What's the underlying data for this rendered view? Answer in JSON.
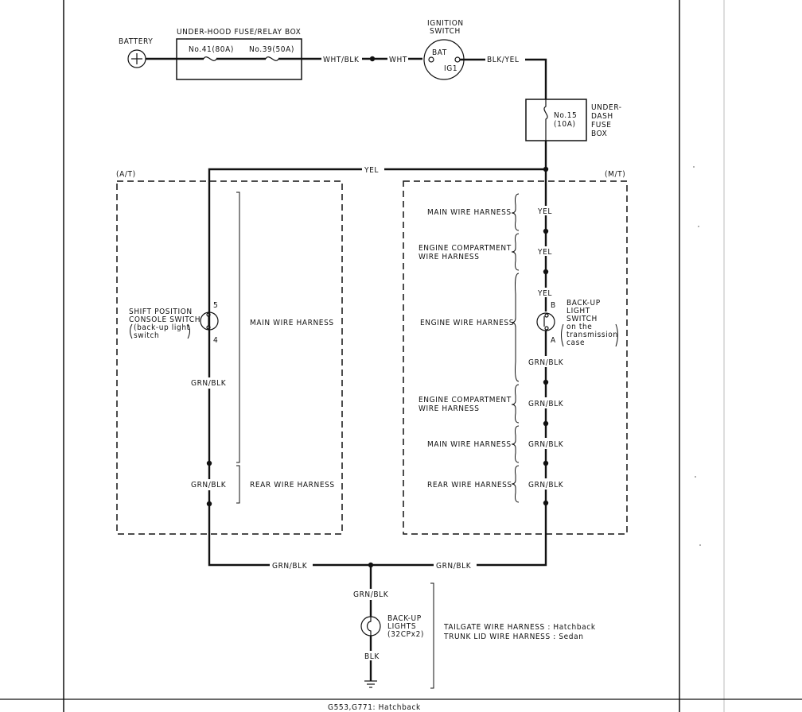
{
  "battery": {
    "label": "BATTERY"
  },
  "underhood_box": {
    "title": "UNDER-HOOD FUSE/RELAY BOX",
    "fuse1": "No.41(80A)",
    "fuse2": "No.39(50A)"
  },
  "ignition": {
    "title1": "IGNITION",
    "title2": "SWITCH",
    "bat": "BAT",
    "ig1": "IG1"
  },
  "underdash": {
    "fuse1": "No.15",
    "fuse2": "(10A)",
    "label1": "UNDER-",
    "label2": "DASH",
    "label3": "FUSE",
    "label4": "BOX"
  },
  "wires": {
    "wht_blk": "WHT/BLK",
    "wht": "WHT",
    "blk_yel": "BLK/YEL",
    "yel": "YEL",
    "grn_blk": "GRN/BLK",
    "blk": "BLK"
  },
  "at": {
    "label": "(A/T)",
    "switch1": "SHIFT POSITION",
    "switch2": "CONSOLE SWITCH",
    "switch3": "(back-up light",
    "switch4": "switch",
    "pin5": "5",
    "pin4": "4",
    "main_harness": "MAIN WIRE HARNESS",
    "rear_harness": "REAR WIRE HARNESS"
  },
  "mt": {
    "label": "(M/T)",
    "main_harness": "MAIN WIRE HARNESS",
    "ecwh1": "ENGINE COMPARTMENT",
    "ecwh2": "WIRE HARNESS",
    "engine_harness": "ENGINE WIRE HARNESS",
    "ecwh3": "ENGINE COMPARTMENT",
    "ecwh4": "WIRE HARNESS",
    "main_harness2": "MAIN WIRE HARNESS",
    "rear_harness": "REAR WIRE HARNESS",
    "sw1": "BACK-UP",
    "sw2": "LIGHT",
    "sw3": "SWITCH",
    "sw4": "on the",
    "sw5": "transmission",
    "sw6": "case",
    "pinB": "B",
    "pinA": "A"
  },
  "lights": {
    "l1": "BACK-UP",
    "l2": "LIGHTS",
    "l3": "(32CPx2)",
    "harness1": "TAILGATE WIRE HARNESS : Hatchback",
    "harness2": "TRUNK LID WIRE HARNESS : Sedan"
  },
  "ground": {
    "label": "G553,G771: Hatchback"
  }
}
